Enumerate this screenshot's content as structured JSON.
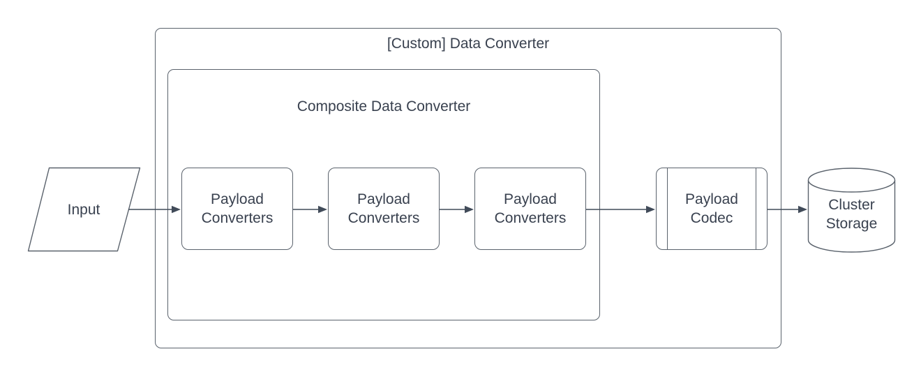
{
  "diagram": {
    "groups": {
      "custom": {
        "title": "[Custom] Data Converter"
      },
      "composite": {
        "title": "Composite Data Converter"
      }
    },
    "nodes": {
      "input": {
        "label": "Input",
        "shape": "parallelogram"
      },
      "payload_converters": [
        {
          "label": "Payload Converters"
        },
        {
          "label": "Payload Converters"
        },
        {
          "label": "Payload Converters"
        }
      ],
      "payload_codec": {
        "label": "Payload Codec",
        "shape": "predefined-process"
      },
      "cluster_storage": {
        "label": "Cluster Storage",
        "shape": "cylinder"
      }
    },
    "edges": [
      {
        "from": "input",
        "to": "payload-converters-1"
      },
      {
        "from": "payload-converters-1",
        "to": "payload-converters-2"
      },
      {
        "from": "payload-converters-2",
        "to": "payload-converters-3"
      },
      {
        "from": "payload-converters-3",
        "to": "payload-codec"
      },
      {
        "from": "payload-codec",
        "to": "cluster-storage"
      }
    ],
    "colors": {
      "background": "#ffffff",
      "shape_stroke": "#5a626c",
      "arrow_stroke": "#414b59",
      "text": "#39414f"
    }
  }
}
